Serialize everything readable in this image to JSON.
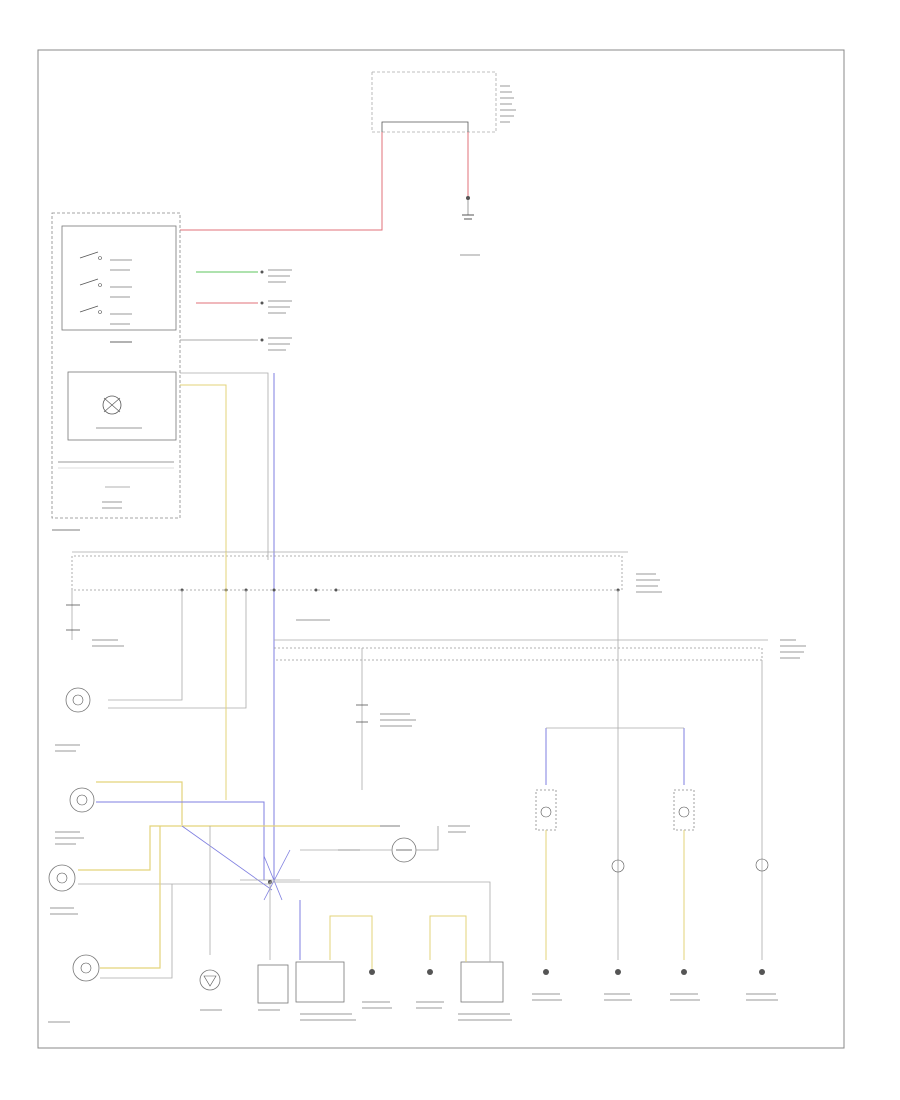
{
  "diagram": {
    "footer_text": "",
    "colors": {
      "red": "#e0707a",
      "green": "#5cc45c",
      "blue": "#7f7fe0",
      "yellow": "#e3d37a",
      "gray": "#aaaaaa",
      "frame": "#888888",
      "text": "#555555"
    },
    "components": [
      {
        "id": "fuse-block-top",
        "icon": "fuse-block-icon"
      },
      {
        "id": "battery",
        "icon": "battery-icon"
      },
      {
        "id": "light-switch",
        "icon": "switch-icon"
      },
      {
        "id": "illumination-lamp",
        "icon": "lamp-icon"
      },
      {
        "id": "fuse-junction-block",
        "icon": "fuse-block-icon"
      },
      {
        "id": "hood-light",
        "icon": "lamp-icon"
      },
      {
        "id": "dome-light",
        "icon": "lamp-icon"
      },
      {
        "id": "map-light",
        "icon": "lamp-icon"
      },
      {
        "id": "rear-dome-light",
        "icon": "lamp-icon"
      },
      {
        "id": "trunk-light",
        "icon": "lamp-icon"
      },
      {
        "id": "courtesy-lamp-left",
        "icon": "lamp-icon"
      },
      {
        "id": "courtesy-lamp-right",
        "icon": "lamp-icon"
      },
      {
        "id": "ground-points",
        "icon": "ground-icon"
      }
    ]
  }
}
